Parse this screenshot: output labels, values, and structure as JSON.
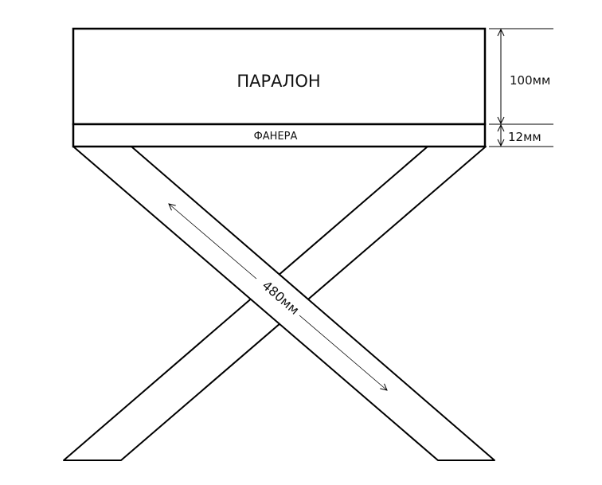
{
  "diagram": {
    "foam_label": "ПАРАЛОН",
    "plywood_label": "ФАНЕРА",
    "foam_thickness": "100мм",
    "plywood_thickness": "12мм",
    "leg_length": "480мм"
  }
}
